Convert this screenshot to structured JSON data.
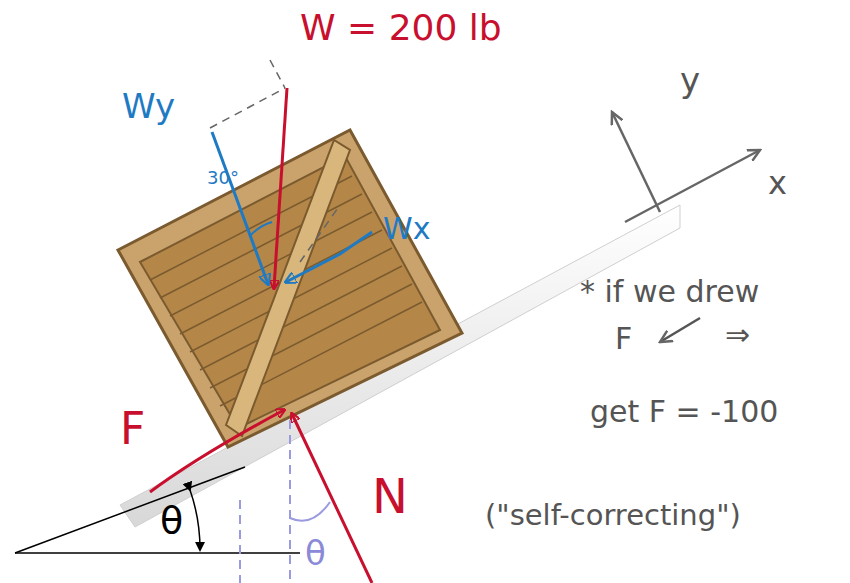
{
  "diagram": {
    "labels": [
      "W = 200 lb",
      "Wy",
      "30°",
      "Wx",
      "y",
      "x",
      "* if we drew",
      "F",
      "⇒",
      "get F = -100",
      "(\"self-correcting\")",
      "F",
      "N",
      "θ",
      "θ"
    ]
  }
}
